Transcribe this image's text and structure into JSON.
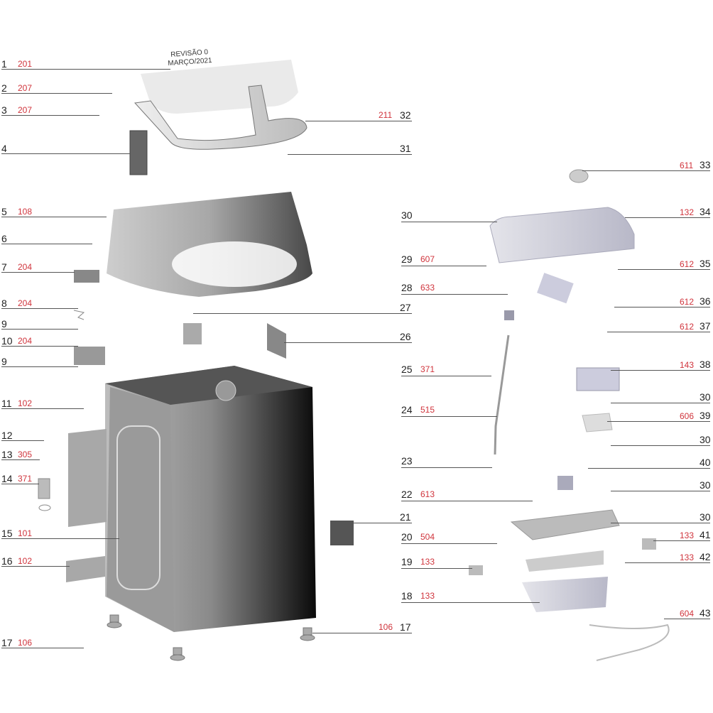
{
  "revision": {
    "line1": "REVISÃO 0",
    "line2": "MARÇO/2021"
  },
  "left_callouts": [
    {
      "num": "1",
      "code": "201"
    },
    {
      "num": "2",
      "code": "207"
    },
    {
      "num": "3",
      "code": "207"
    },
    {
      "num": "4",
      "code": ""
    },
    {
      "num": "5",
      "code": "108"
    },
    {
      "num": "6",
      "code": ""
    },
    {
      "num": "7",
      "code": "204"
    },
    {
      "num": "8",
      "code": "204"
    },
    {
      "num": "9",
      "code": ""
    },
    {
      "num": "10",
      "code": "204"
    },
    {
      "num": "9",
      "code": ""
    },
    {
      "num": "11",
      "code": "102"
    },
    {
      "num": "12",
      "code": ""
    },
    {
      "num": "13",
      "code": "305"
    },
    {
      "num": "14",
      "code": "371"
    },
    {
      "num": "15",
      "code": "101"
    },
    {
      "num": "16",
      "code": "102"
    },
    {
      "num": "17",
      "code": "106"
    }
  ],
  "mid_callouts": [
    {
      "num": "30",
      "code": ""
    },
    {
      "num": "29",
      "code": "607"
    },
    {
      "num": "28",
      "code": "633"
    },
    {
      "num": "27",
      "code": ""
    },
    {
      "num": "26",
      "code": ""
    },
    {
      "num": "25",
      "code": "371"
    },
    {
      "num": "24",
      "code": "515"
    },
    {
      "num": "23",
      "code": ""
    },
    {
      "num": "22",
      "code": "613"
    },
    {
      "num": "21",
      "code": ""
    },
    {
      "num": "20",
      "code": "504"
    },
    {
      "num": "19",
      "code": "133"
    },
    {
      "num": "18",
      "code": "133"
    },
    {
      "num": "17",
      "code": "106"
    },
    {
      "num": "32",
      "code": "211"
    },
    {
      "num": "31",
      "code": ""
    }
  ],
  "right_callouts": [
    {
      "num": "33",
      "code": "611"
    },
    {
      "num": "34",
      "code": "132"
    },
    {
      "num": "35",
      "code": "612"
    },
    {
      "num": "36",
      "code": "612"
    },
    {
      "num": "37",
      "code": "612"
    },
    {
      "num": "38",
      "code": "143"
    },
    {
      "num": "30",
      "code": ""
    },
    {
      "num": "39",
      "code": "606"
    },
    {
      "num": "30",
      "code": ""
    },
    {
      "num": "40",
      "code": ""
    },
    {
      "num": "30",
      "code": ""
    },
    {
      "num": "30",
      "code": ""
    },
    {
      "num": "41",
      "code": "133"
    },
    {
      "num": "42",
      "code": "133"
    },
    {
      "num": "43",
      "code": "604"
    }
  ],
  "colors": {
    "code": "#d0343c",
    "label": "#222222",
    "leader": "#555555"
  }
}
